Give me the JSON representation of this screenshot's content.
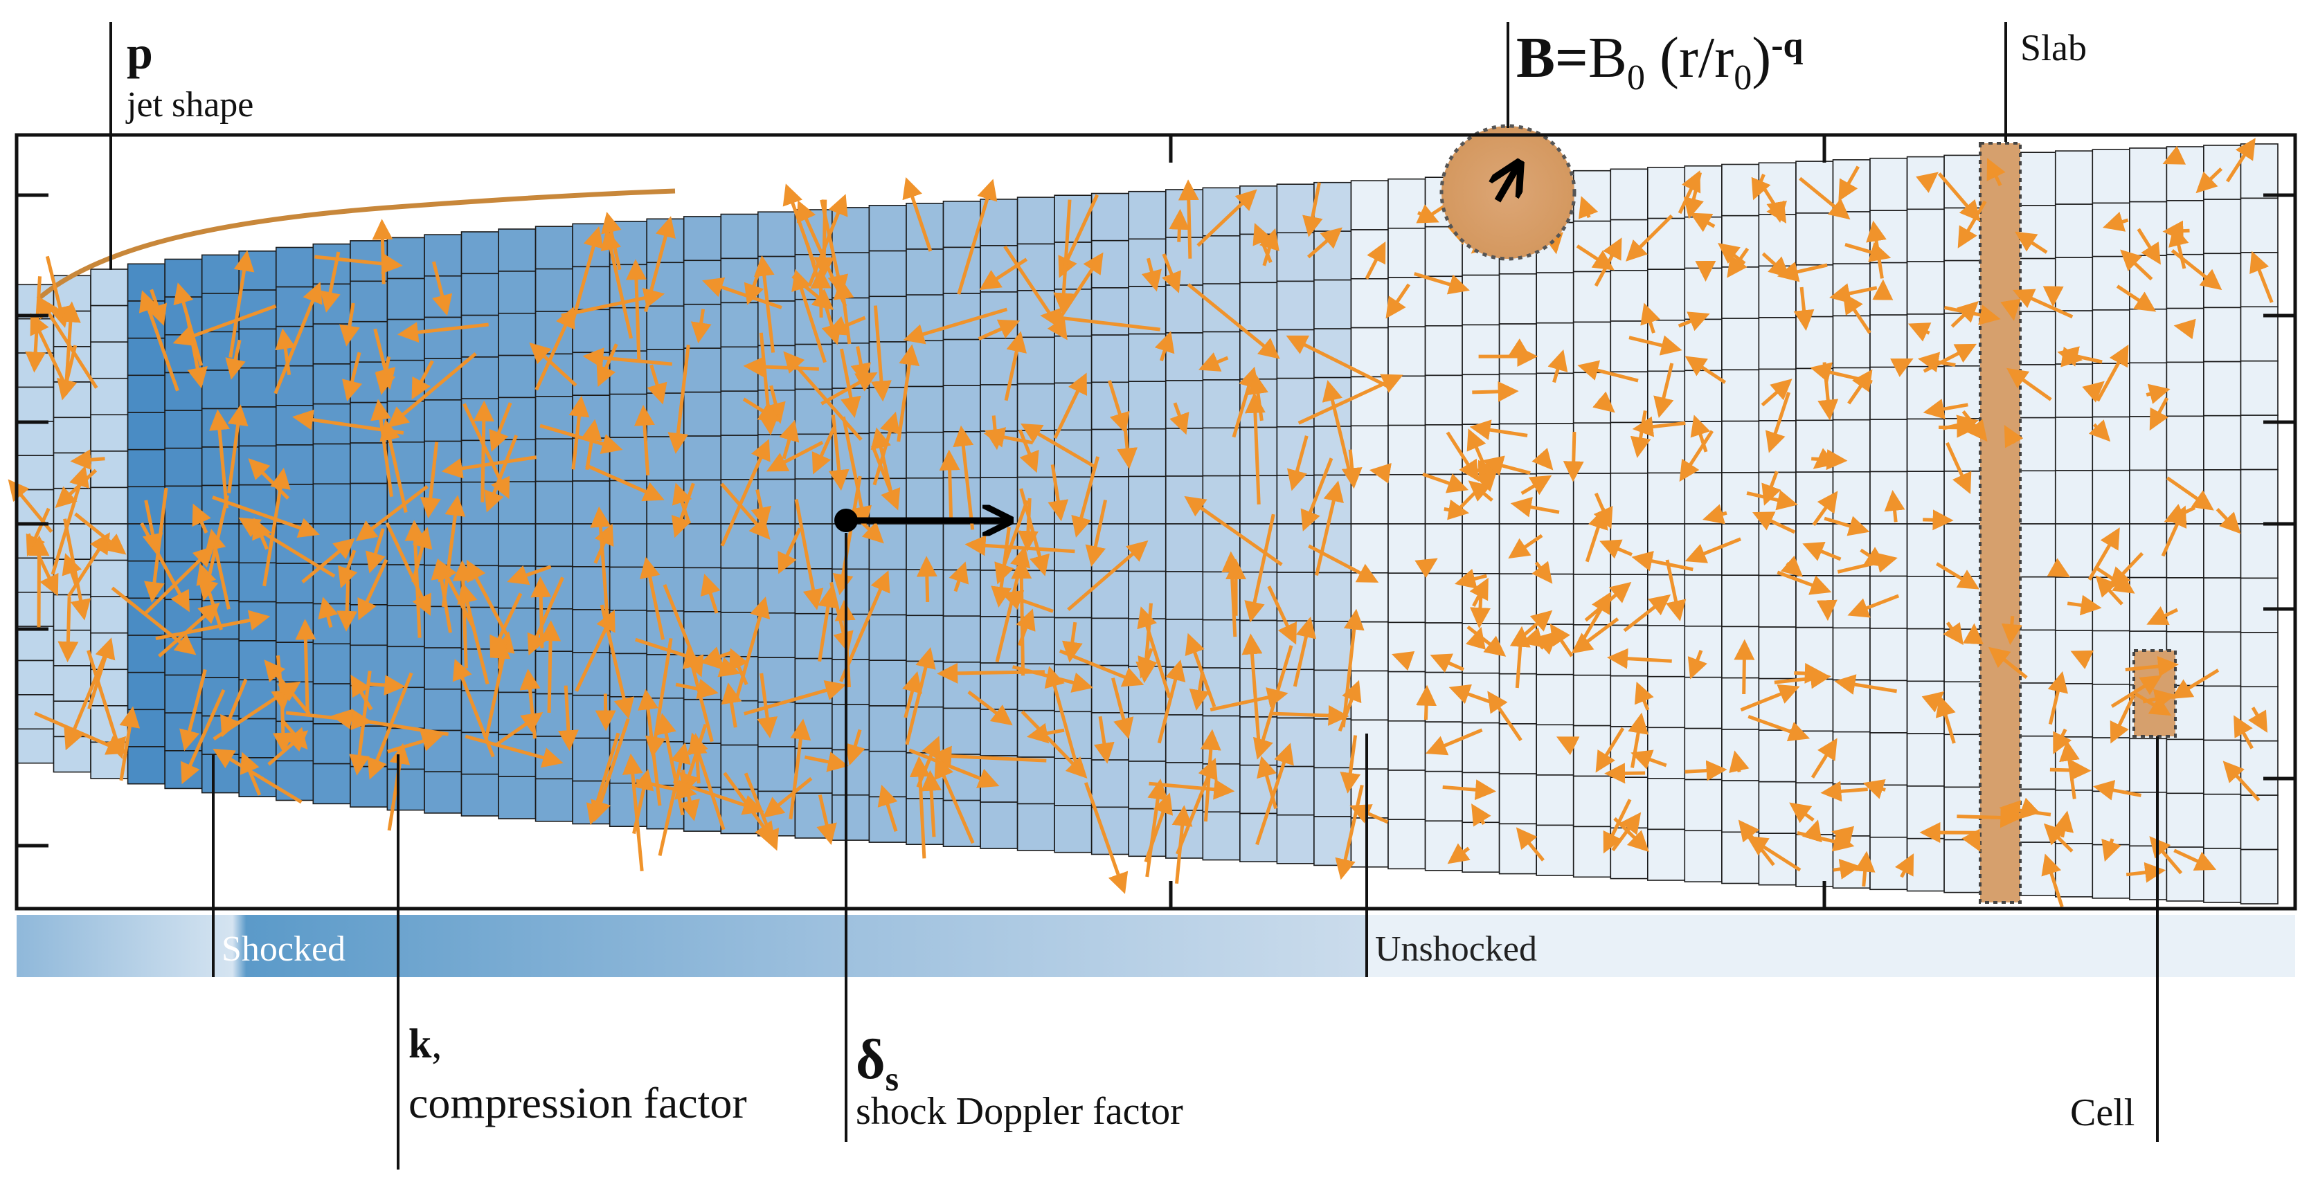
{
  "labels": {
    "p_symbol": "p",
    "jet_shape": "jet shape",
    "b_formula_bold": "B=",
    "b_formula_rest": "B",
    "b_sub0": "0",
    "b_paren": " (r/r",
    "b_sub0b": "0",
    "b_close": ")",
    "b_exp": "-q",
    "slab": "Slab",
    "shocked": "Shocked",
    "unshocked": "Unshocked",
    "k_symbol": "k",
    "k_comma": ",",
    "compression": "compression factor",
    "delta_symbol": "δ",
    "delta_sub": "s",
    "doppler": "shock Doppler factor",
    "cell": "Cell"
  },
  "colors": {
    "arrow": "#f0932b",
    "highlight": "#d6a06d",
    "jet_curve": "#c8873a",
    "shocked_dark": "#3f86bf",
    "shocked_light": "#c6d8ea",
    "unshocked": "#e9f1f8",
    "grid_line": "#1a1a1a"
  }
}
